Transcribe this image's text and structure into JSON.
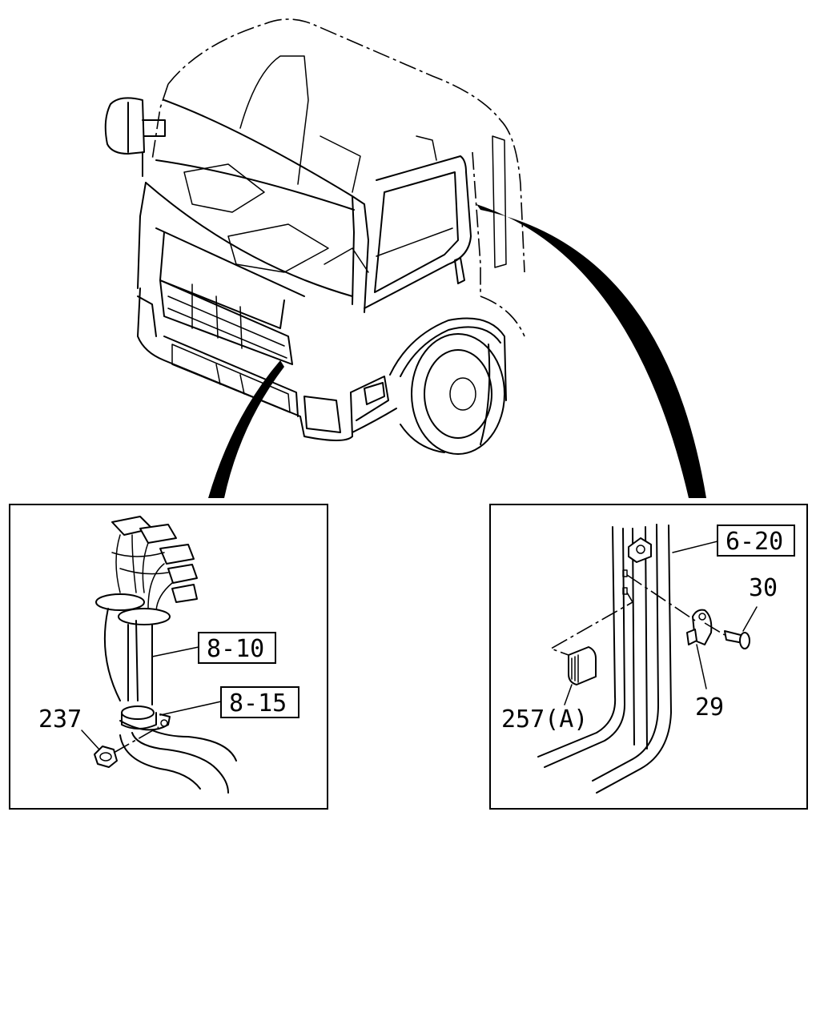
{
  "callouts": {
    "ref_8_10": "8-10",
    "ref_8_15": "8-15",
    "ref_6_20": "6-20",
    "part_237": "237",
    "part_30": "30",
    "part_29": "29",
    "part_257a": "257(A)"
  },
  "colors": {
    "ink": "#000000",
    "paper": "#ffffff"
  }
}
